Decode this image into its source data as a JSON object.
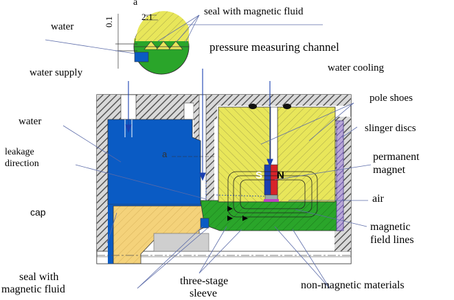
{
  "detail": {
    "label": "a",
    "scale": "2:1",
    "dimension": "0.1"
  },
  "section_mark": "a",
  "magnet": {
    "south": "S",
    "north": "N"
  },
  "labels": {
    "water_top": "water",
    "seal_top": "seal with magnetic fluid",
    "pressure_channel": "pressure measuring channel",
    "water_supply": "water supply",
    "water_cooling": "water cooling",
    "water_left": "water",
    "pole_shoes": "pole shoes",
    "slinger_discs": "slinger discs",
    "leakage_1": "leakage",
    "leakage_2": "direction",
    "permanent_1": "permanent",
    "permanent_2": "magnet",
    "air": "air",
    "cap": "cap",
    "magnetic_1": "magnetic",
    "magnetic_2": "field lines",
    "seal_bottom_1": "seal with",
    "seal_bottom_2": "magnetic fluid",
    "three_stage_1": "three-stage",
    "three_stage_2": "sleeve",
    "non_magnetic": "non-magnetic materials"
  },
  "colors": {
    "water": "#0a5bc4",
    "seal_fluid": "#1f9a1f",
    "pole_shoe": "#e8e65a",
    "cap": "#f4d27a",
    "housing_hatch": "#6a6a6a",
    "magnet_s": "#1c3fb0",
    "magnet_n": "#d8242a"
  }
}
